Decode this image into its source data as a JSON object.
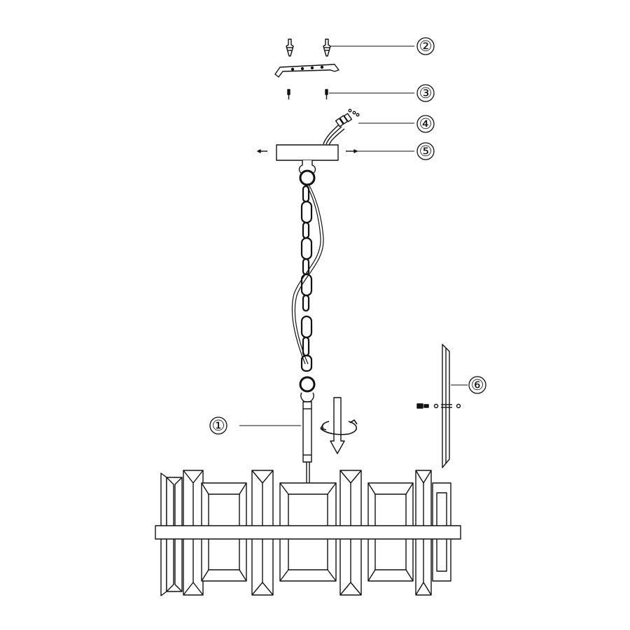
{
  "diagram": {
    "callouts": [
      {
        "id": "canopy-body-assembly",
        "label": "①"
      },
      {
        "id": "mounting-screws",
        "label": "②"
      },
      {
        "id": "bracket-screws",
        "label": "③"
      },
      {
        "id": "wire-connectors",
        "label": "④"
      },
      {
        "id": "canopy",
        "label": "⑤"
      },
      {
        "id": "glass-panel",
        "label": "⑥"
      }
    ]
  },
  "colors": {
    "line": "#111111",
    "fill": "#ffffff"
  }
}
